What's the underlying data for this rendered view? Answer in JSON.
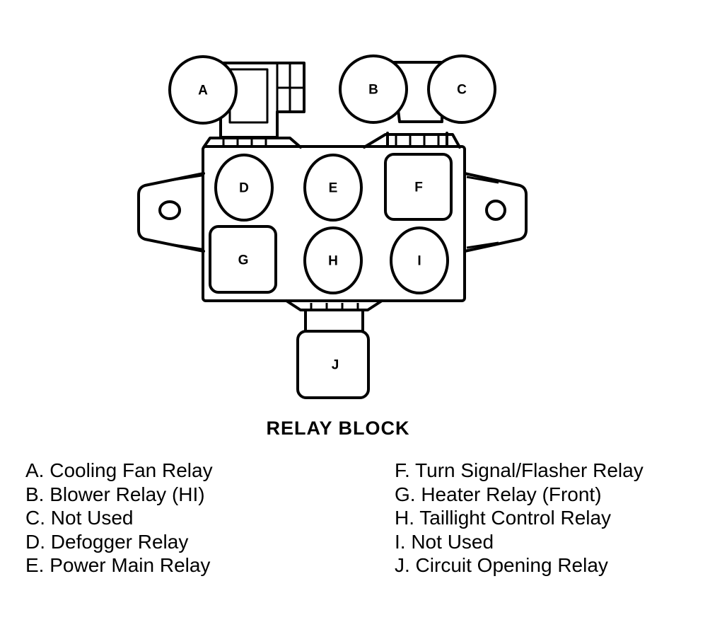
{
  "diagram": {
    "title": "RELAY BLOCK",
    "positions": {
      "A": "A",
      "B": "B",
      "C": "C",
      "D": "D",
      "E": "E",
      "F": "F",
      "G": "G",
      "H": "H",
      "I": "I",
      "J": "J"
    }
  },
  "legend": {
    "left": [
      "A. Cooling Fan Relay",
      "B. Blower Relay (HI)",
      "C. Not Used",
      "D. Defogger Relay",
      "E. Power Main Relay"
    ],
    "right": [
      "F. Turn Signal/Flasher Relay",
      "G. Heater Relay (Front)",
      "H. Taillight Control Relay",
      "I. Not Used",
      "J. Circuit Opening Relay"
    ]
  }
}
